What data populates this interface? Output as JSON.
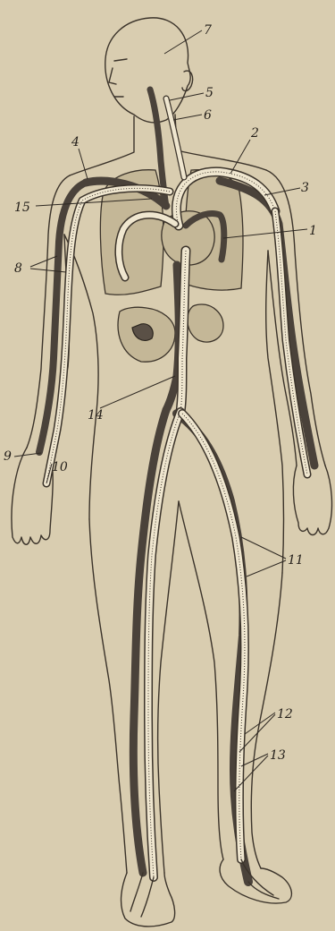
{
  "labels": {
    "l1": "1",
    "l2": "2",
    "l3": "3",
    "l4": "4",
    "l5": "5",
    "l6": "6",
    "l7": "7",
    "l8": "8",
    "l9": "9",
    "l10": "10",
    "l11": "11",
    "l12": "12",
    "l13": "13",
    "l14": "14",
    "l15": "15"
  },
  "colors": {
    "paper": "#d9cdb0",
    "ink": "#3b332a",
    "vein": "#4a423a",
    "artery": "#efe6cf"
  }
}
